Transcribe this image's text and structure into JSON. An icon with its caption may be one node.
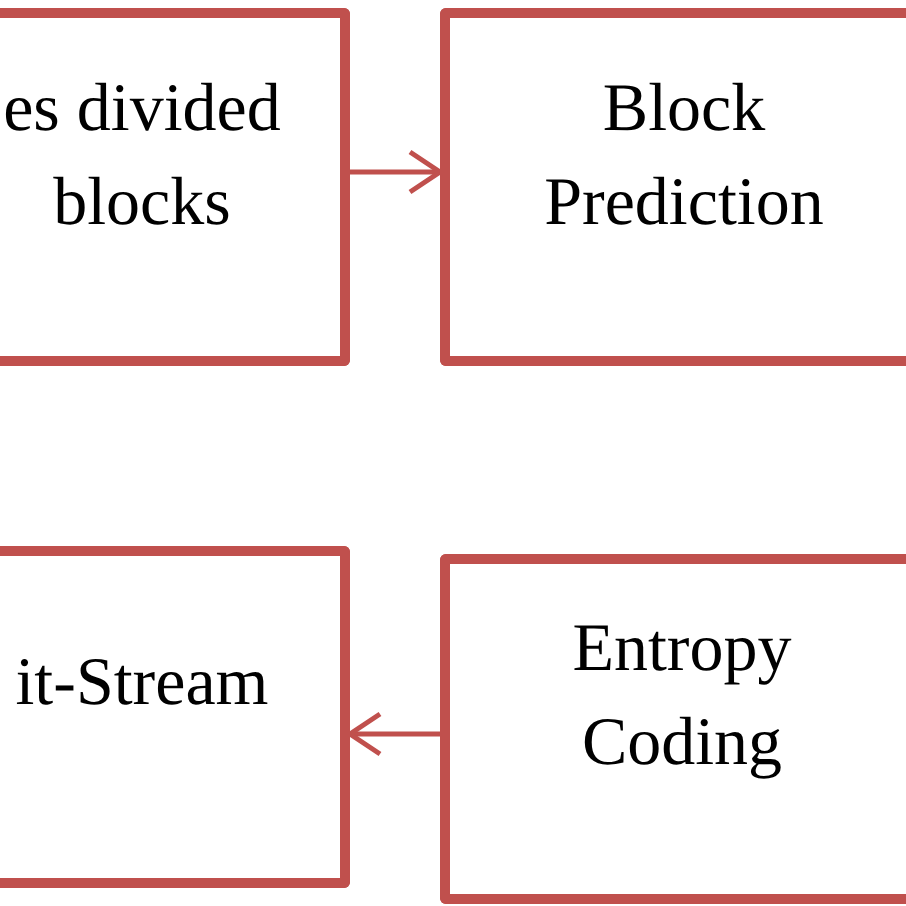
{
  "diagram": {
    "nodes": [
      {
        "text": [
          "es divided blocks"
        ]
      },
      {
        "text": [
          "Block Prediction"
        ]
      },
      {
        "text": [
          "it-Stream"
        ]
      },
      {
        "text": [
          "Entropy Coding"
        ]
      }
    ],
    "edges": [
      {
        "from": 0,
        "to": 1,
        "arrow": "to"
      },
      {
        "from": 3,
        "to": 2,
        "arrow": "to"
      }
    ]
  }
}
